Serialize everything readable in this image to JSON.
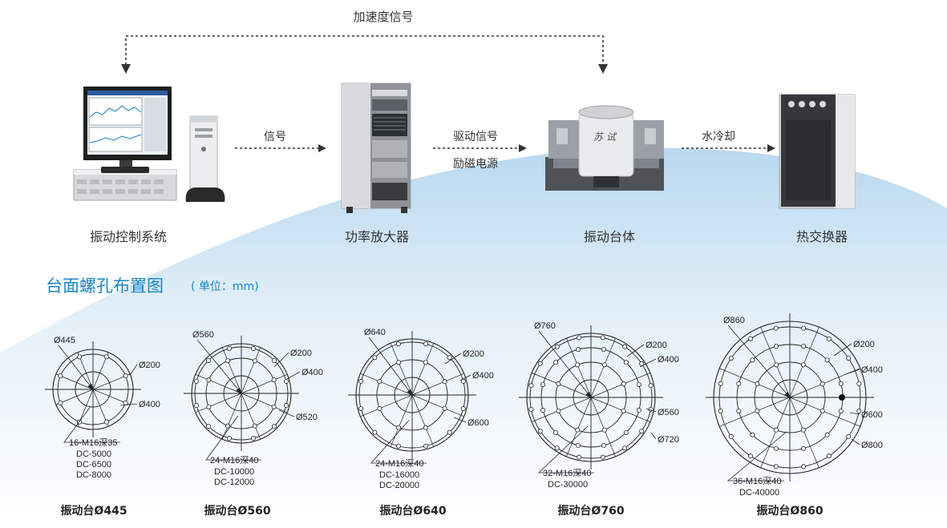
{
  "top_link_label": "加速度信号",
  "components": [
    {
      "id": "controller",
      "label": "振动控制系统"
    },
    {
      "id": "amplifier",
      "label": "功率放大器"
    },
    {
      "id": "shaker",
      "label": "振动台体",
      "brand": "苏 试"
    },
    {
      "id": "exchanger",
      "label": "热交换器"
    }
  ],
  "arrows": [
    {
      "from": "controller",
      "to": "amplifier",
      "labels": [
        "信号"
      ]
    },
    {
      "from": "amplifier",
      "to": "shaker",
      "labels": [
        "驱动信号",
        "励磁电源"
      ]
    },
    {
      "from": "shaker",
      "to": "exchanger",
      "labels": [
        "水冷却"
      ]
    }
  ],
  "section": {
    "title": "台面螺孔布置图",
    "unit": "( 单位：mm)"
  },
  "tables": [
    {
      "caption": "振动台Ø445",
      "outer": "Ø445",
      "rings": [
        "Ø200",
        "Ø400"
      ],
      "hole_spec": "16-M16深35",
      "models": [
        "DC-5000",
        "DC-6500",
        "DC-8000"
      ]
    },
    {
      "caption": "振动台Ø560",
      "outer": "Ø560",
      "rings": [
        "Ø200",
        "Ø400",
        "Ø520"
      ],
      "hole_spec": "24-M16深40",
      "models": [
        "DC-10000",
        "DC-12000"
      ]
    },
    {
      "caption": "振动台Ø640",
      "outer": "Ø640",
      "rings": [
        "Ø200",
        "Ø400",
        "Ø600"
      ],
      "hole_spec": "24-M16深40",
      "models": [
        "DC-16000",
        "DC-20000"
      ]
    },
    {
      "caption": "振动台Ø760",
      "outer": "Ø760",
      "rings": [
        "Ø200",
        "Ø400",
        "Ø560",
        "Ø720"
      ],
      "hole_spec": "32-M16深40",
      "models": [
        "DC-30000"
      ]
    },
    {
      "caption": "振动台Ø860",
      "outer": "Ø860",
      "rings": [
        "Ø200",
        "Ø400",
        "Ø600",
        "Ø800"
      ],
      "hole_spec": "36-M16深40",
      "models": [
        "DC-40000"
      ]
    }
  ],
  "colors": {
    "title_blue": "#1a86c8",
    "sky_blue": "#c4def1",
    "line": "#333333"
  }
}
